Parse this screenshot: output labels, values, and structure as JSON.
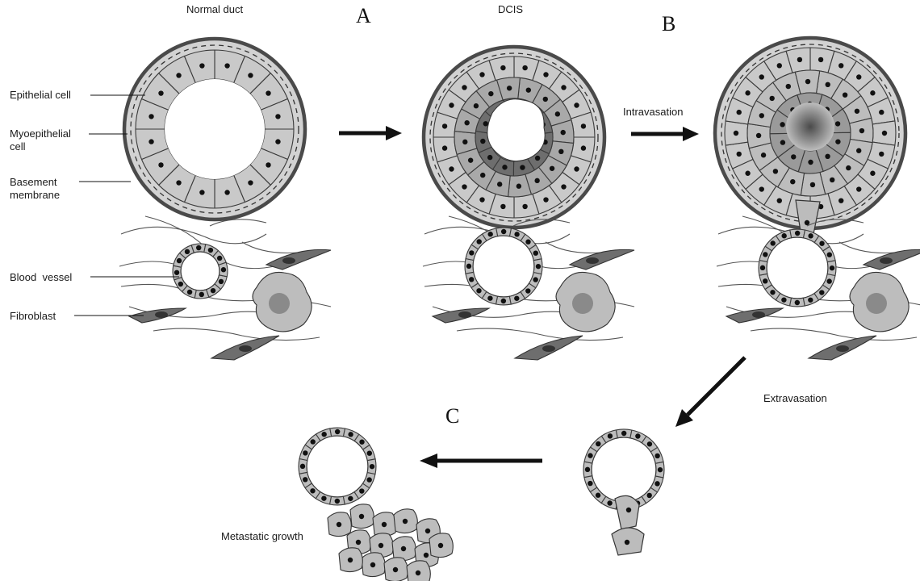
{
  "labels": {
    "normal_duct": "Normal duct",
    "dcis": "DCIS",
    "panel_a": "A",
    "panel_b": "B",
    "panel_c": "C",
    "epithelial": [
      "Epithelial cell"
    ],
    "myoepithelial": [
      "Myoepithelial",
      "cell"
    ],
    "basement": [
      "Basement",
      "membrane"
    ],
    "blood_vessel": [
      "Blood  vessel"
    ],
    "fibroblast": [
      "Fibroblast"
    ],
    "intravasation": "Intravasation",
    "extravasation": "Extravasation",
    "metastatic": "Metastatic growth"
  },
  "colors": {
    "cell_fill": "#c9c9c9",
    "dark_cell": "#6e6e6e",
    "duct_border": "#4a4a4a",
    "ink": "#111111"
  }
}
